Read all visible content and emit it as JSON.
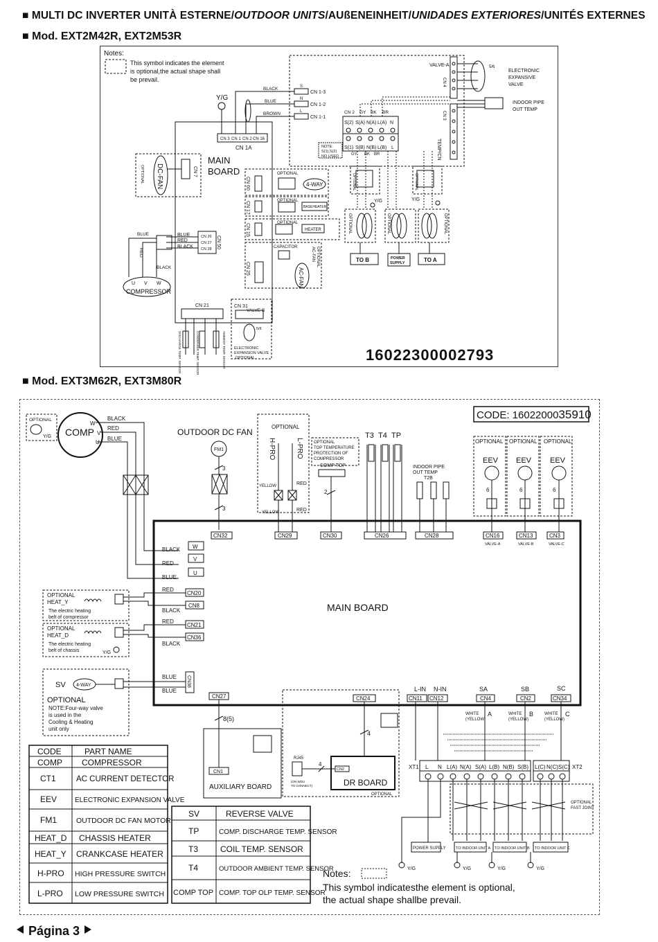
{
  "header": {
    "part1": "■ MULTI DC INVERTER UNITÀ ESTERNE/",
    "part2": "OUTDOOR UNITS",
    "part3": "/AUßENEINHEIT/",
    "part4": "UNIDADES EXTERIORES",
    "part5": "/UNITÉS EXTERNES"
  },
  "diagram1": {
    "section_title": "■ Mod. EXT2M42R, EXT2M53R",
    "notes_title": "Notes:",
    "notes_text": [
      "This symbol indicates the element",
      "is  optional,the actual shape shall",
      "be prevail."
    ],
    "yg": "Y/G",
    "main_board": [
      "MAIN",
      "BOARD"
    ],
    "cn1a": "CN 1A",
    "cn1a_pins": [
      "CN 3",
      "CN 1",
      "CN 2",
      "CN 16"
    ],
    "wires_top": [
      "BLACK",
      "BLUE",
      "BROWN"
    ],
    "cn1_labels": [
      "CN 1-3",
      "CN 1-2",
      "CN 1-1"
    ],
    "cn1_letters": [
      "S",
      "N",
      "L"
    ],
    "terminal_top": [
      "S(2)",
      "S(A)",
      "N(A)",
      "L(A)",
      "N"
    ],
    "terminal_bottom": [
      "S(1)",
      "S(B)",
      "N(B)",
      "L(B)",
      "L"
    ],
    "cn_codes": [
      "CN 2",
      "GY",
      "BK",
      "BR"
    ],
    "cn_codes_bottom": [
      "GY",
      "BK",
      "BR"
    ],
    "note_box": [
      "NOTE:",
      "S(1),S(2)",
      "NO USED"
    ],
    "valve_a": "VALVE-A",
    "cn4": "CN 4",
    "cn3": "CN 3",
    "tempcn": "TEMP/CN",
    "eev_label": [
      "ELECTRONIC",
      "EXPANSIVE",
      "VALVE"
    ],
    "pipe_label": [
      "INDOOR PIPE",
      "OUT TEMP"
    ],
    "dc_fan": "DC-FAN",
    "optional": "OPTIONAL",
    "cn7": "CN 7",
    "cn60": "CN 60",
    "cn17": "CN 17",
    "cn15": "CN 15",
    "cn25": "CN 25",
    "four_way": "4-WAY",
    "baseheater": "BASEHEATER",
    "heater": "HEATER",
    "capacitor": "CAPACITOR",
    "ac_fan": "AC-FAN",
    "optional_acfan": [
      "OPTIONAL",
      "AC-FAN"
    ],
    "cn50": "CN 50",
    "cn50_pins": [
      "CN 26",
      "CN 27",
      "CN 28"
    ],
    "comp_wires": [
      "BLUE",
      "RED",
      "BLACK"
    ],
    "comp_wires_left": [
      "BLUE",
      "RED",
      "BLACK"
    ],
    "uvw": [
      "U",
      "V",
      "W"
    ],
    "compressor": "COMPRESSOR",
    "cn21": "CN 21",
    "cn31": "CN 31",
    "valve_b": "VALVE-B",
    "eev_bottom": [
      "ELECTRONIC",
      "EXPANSION VALVE"
    ],
    "sensors": [
      "DISCHARGE TEMP. SENSOR",
      "CONDENSER TEMP. SENSOR",
      "AMBIENT TEMP. SENSOR"
    ],
    "fivesix": "5/6",
    "to_b": "TO B",
    "power_supply": [
      "POWER",
      "SUPPLY"
    ],
    "to_a": "TO A",
    "code_number": "16022300002793"
  },
  "diagram2": {
    "section_title": "■ Mod. EXT3M62R, EXT3M80R",
    "code_prefix": "CODE: 16022000",
    "code_suffix": "35910",
    "optional": "OPTIONAL",
    "yg": "Y/G",
    "comp": "COMP",
    "wvu": [
      "W",
      "V",
      "U"
    ],
    "comp_wires": [
      "BLACK",
      "RED",
      "BLUE"
    ],
    "outdoor_fan": "OUTDOOR DC FAN",
    "fm1": "FM1",
    "n3": "3",
    "n2": "2",
    "n6": "6",
    "n4": "4",
    "n8": "8(5)",
    "hpro": "H-PRO",
    "lpro": "L-PRO",
    "yellow": "YELLOW",
    "red": "RED",
    "top_temp": [
      "OPTIONAL",
      "TOP TEMPERATURE",
      "PROTECTION OF",
      "COMPRESSOR"
    ],
    "comp_top": "COMP TOP",
    "t_sensors": [
      "T3",
      "T4",
      "TP"
    ],
    "indoor_pipe": [
      "INDOOR PIPE",
      "OUT TEMP"
    ],
    "t2b": "T2B",
    "eev": "EEV",
    "connectors_top": [
      "CN32",
      "CN29",
      "CN30",
      "CN26",
      "CN28",
      "CN16",
      "CN13",
      "CN3"
    ],
    "valves": [
      "VALVE-A",
      "VALVE-B",
      "VALVE-C"
    ],
    "wvu_terminals": [
      "W",
      "V",
      "U"
    ],
    "left_wires": [
      "BLACK",
      "RED",
      "BLUE",
      "RED",
      "BLACK",
      "RED",
      "BLACK",
      "BLUE",
      "BLUE"
    ],
    "cn_left": [
      "CN20",
      "CN8",
      "CN21",
      "CN36",
      "CN38"
    ],
    "heat_y": [
      "OPTIONAL",
      "HEAT_Y",
      "The electric heating",
      "belt of compressor"
    ],
    "heat_d": [
      "OPTIONAL",
      "HEAT_D",
      "The electric heating",
      "belt of chassis"
    ],
    "sv": "SV",
    "four_way": "4-WAY",
    "sv_note": [
      "OPTIONAL",
      "NOTE:Four-way valve",
      "is used in the",
      "Cooling  & Heating",
      "unit only"
    ],
    "main_board": "MAIN  BOARD",
    "cn27": "CN27",
    "cn24": "CN24",
    "cn11": "CN11",
    "cn12": "CN12",
    "cn4": "CN4",
    "cn2": "CN2",
    "cn34": "CN34",
    "lin": "L-IN",
    "nin": "N-IN",
    "sa": "SA",
    "sb": "SB",
    "sc": "SC",
    "white_yellow": [
      "WHITE",
      "(YELLOW)"
    ],
    "abc": [
      "A",
      "B",
      "C"
    ],
    "cn1": "CN1",
    "aux_board": "AUXILIARY BOARD",
    "dr_board": "DR BOARD",
    "cn2_dr": "CN2",
    "rj45": "RJ45",
    "rj45_note": [
      "(ON WDU",
      "TO CONNECT)"
    ],
    "xt1": "XT1",
    "xt2": "XT2",
    "xt1_terms": [
      "L",
      "N",
      "L(A)",
      "N(A)",
      "S(A)",
      "L(B)",
      "N(B)",
      "S(B)"
    ],
    "xt2_terms": [
      "L(C)",
      "N(C)",
      "S(C)"
    ],
    "fast_joint": [
      "OPTIONAL",
      "FAST JOINT"
    ],
    "power_supply": "POWER SUPPLY",
    "to_indoor": [
      "TO INDOOR UNIT A",
      "TO INDOOR UNIT B",
      "TO INDOOR UNIT C"
    ],
    "code_table_header": [
      "CODE",
      "PART NAME"
    ],
    "code_table": [
      [
        "COMP",
        "COMPRESSOR"
      ],
      [
        "CT1",
        "AC CURRENT DETECTOR"
      ],
      [
        "EEV",
        "ELECTRONIC EXPANSION VALVE"
      ],
      [
        "FM1",
        "OUTDOOR DC FAN MOTOR"
      ],
      [
        "HEAT_D",
        "CHASSIS HEATER"
      ],
      [
        "HEAT_Y",
        "CRANKCASE HEATER"
      ],
      [
        "H-PRO",
        "HIGH PRESSURE SWITCH"
      ],
      [
        "L-PRO",
        "LOW PRESSURE SWITCH"
      ]
    ],
    "code_table2": [
      [
        "SV",
        "REVERSE VALVE"
      ],
      [
        "TP",
        "COMP. DISCHARGE TEMP. SENSOR"
      ],
      [
        "T3",
        "COIL TEMP. SENSOR"
      ],
      [
        "T4",
        "OUTDOOR AMBIENT TEMP. SENSOR"
      ],
      [
        "COMP TOP",
        "COMP. TOP OLP TEMP. SENSOR"
      ]
    ],
    "notes": [
      "Notes:",
      "This symbol indicatesthe element is optional,",
      "the actual shape shallbe prevail."
    ]
  },
  "footer": {
    "prev_icon": "triangle-left",
    "label": "Página 3",
    "next_icon": "triangle-right"
  }
}
